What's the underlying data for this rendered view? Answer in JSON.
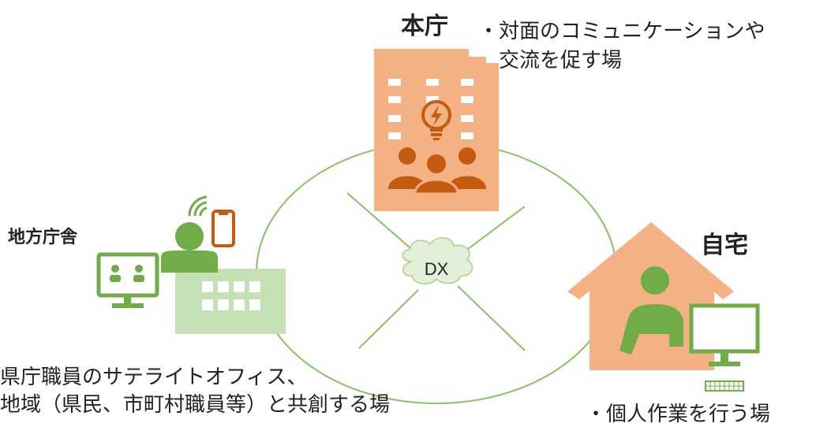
{
  "honcho": {
    "title": "本庁",
    "desc_line1": "・対面のコミュニケーションや",
    "desc_line2": "交流を促す場"
  },
  "chiho": {
    "title": "地方庁舎",
    "desc_line1": "県庁職員のサテライトオフィス、",
    "desc_line2": "地域（県民、市町村職員等）と共創する場"
  },
  "jitaku": {
    "title": "自宅",
    "desc": "・個人作業を行う場"
  },
  "center": {
    "label": "DX"
  },
  "colors": {
    "green": "#70ad47",
    "green_light": "#c5e0b4",
    "orange": "#f4b183",
    "orange_dark": "#c55a11",
    "house": "#f8cbad",
    "line": "#8cc063"
  }
}
